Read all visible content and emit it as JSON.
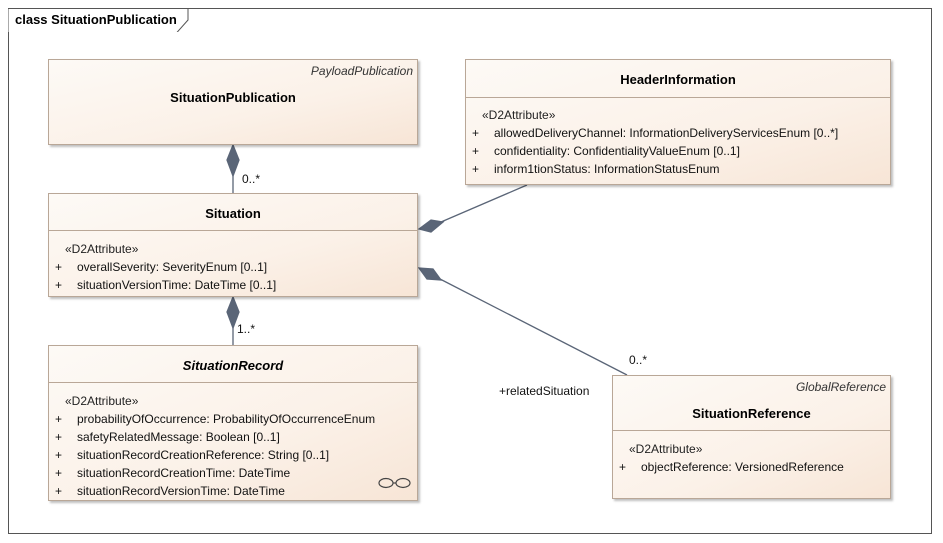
{
  "diagram": {
    "frame_title": "class SituationPublication"
  },
  "classes": {
    "situation_publication": {
      "name": "SituationPublication",
      "parent": "PayloadPublication"
    },
    "header_information": {
      "name": "HeaderInformation",
      "stereotype": "«D2Attribute»",
      "attributes": [
        {
          "vis": "+",
          "text": "allowedDeliveryChannel: InformationDeliveryServicesEnum [0..*]"
        },
        {
          "vis": "+",
          "text": "confidentiality: ConfidentialityValueEnum [0..1]"
        },
        {
          "vis": "+",
          "text": "inform1tionStatus: InformationStatusEnum"
        }
      ]
    },
    "situation": {
      "name": "Situation",
      "stereotype": "«D2Attribute»",
      "attributes": [
        {
          "vis": "+",
          "text": "overallSeverity: SeverityEnum [0..1]"
        },
        {
          "vis": "+",
          "text": "situationVersionTime: DateTime [0..1]"
        }
      ]
    },
    "situation_record": {
      "name": "SituationRecord",
      "stereotype": "«D2Attribute»",
      "attributes": [
        {
          "vis": "+",
          "text": "probabilityOfOccurrence: ProbabilityOfOccurrenceEnum"
        },
        {
          "vis": "+",
          "text": "safetyRelatedMessage: Boolean [0..1]"
        },
        {
          "vis": "+",
          "text": "situationRecordCreationReference: String [0..1]"
        },
        {
          "vis": "+",
          "text": "situationRecordCreationTime: DateTime"
        },
        {
          "vis": "+",
          "text": "situationRecordVersionTime: DateTime"
        }
      ]
    },
    "situation_reference": {
      "name": "SituationReference",
      "parent": "GlobalReference",
      "stereotype": "«D2Attribute»",
      "attributes": [
        {
          "vis": "+",
          "text": "objectReference: VersionedReference"
        }
      ]
    }
  },
  "associations": {
    "publication_situation": {
      "multiplicity": "0..*"
    },
    "situation_record": {
      "multiplicity": "1..*"
    },
    "related_situation": {
      "multiplicity": "0..*",
      "role": "+relatedSituation"
    }
  },
  "colors": {
    "class_fill": "#fbf1e8",
    "class_border": "#b9a797",
    "connector": "#5a6577"
  }
}
